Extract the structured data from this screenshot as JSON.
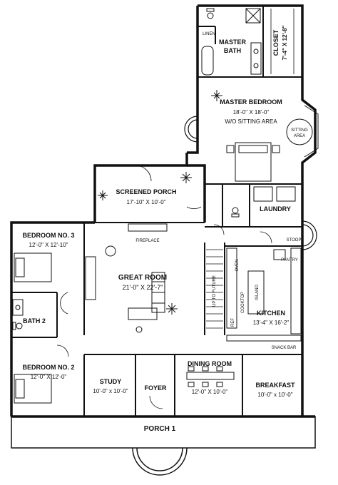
{
  "rooms": {
    "master_bath": {
      "name": "MASTER",
      "name2": "BATH"
    },
    "linen": {
      "name": "LINEN"
    },
    "closet": {
      "name": "CLOSET",
      "dims": "7'-4\" X 12'-8\""
    },
    "master_bedroom": {
      "name": "MASTER BEDROOM",
      "dims": "18'-0\" X 18'-0\"",
      "note": "W/O SITTING AREA"
    },
    "sitting_area": {
      "name": "SITTING",
      "name2": "AREA"
    },
    "screened_porch": {
      "name": "SCREENED PORCH",
      "dims": "17'-10\" X 10'-0\""
    },
    "laundry": {
      "name": "LAUNDRY"
    },
    "stoop": {
      "name": "STOOP"
    },
    "bedroom3": {
      "name": "BEDROOM NO. 3",
      "dims": "12'-0\" X 12'-10\""
    },
    "fireplace": {
      "name": "FIREPLACE"
    },
    "great_room": {
      "name": "GREAT ROOM",
      "dims": "21'-0\" X 22'-7\""
    },
    "kitchen": {
      "name": "KITCHEN",
      "dims": "13'-4\" X 16'-2\""
    },
    "oven": {
      "name": "OVEN"
    },
    "pantry": {
      "name": "PANTRY"
    },
    "cooktop": {
      "name": "COOKTOP"
    },
    "island": {
      "name": "ISLAND"
    },
    "ref": {
      "name": "REF"
    },
    "snack_bar": {
      "name": "SNACK BAR"
    },
    "stair": {
      "name": "UP TO FUTURE"
    },
    "bath2": {
      "name": "BATH 2"
    },
    "bedroom2": {
      "name": "BEDROOM NO. 2",
      "dims": "12'-0\" X 12'-0\""
    },
    "study": {
      "name": "STUDY",
      "dims": "10'-0\" x 10'-0\""
    },
    "foyer": {
      "name": "FOYER"
    },
    "dining_room": {
      "name": "DINING ROOM",
      "dims": "12'-0\" X 10'-0\""
    },
    "breakfast": {
      "name": "BREAKFAST",
      "dims": "10'-0\" x 10'-0\""
    },
    "porch1": {
      "name": "PORCH 1"
    }
  }
}
